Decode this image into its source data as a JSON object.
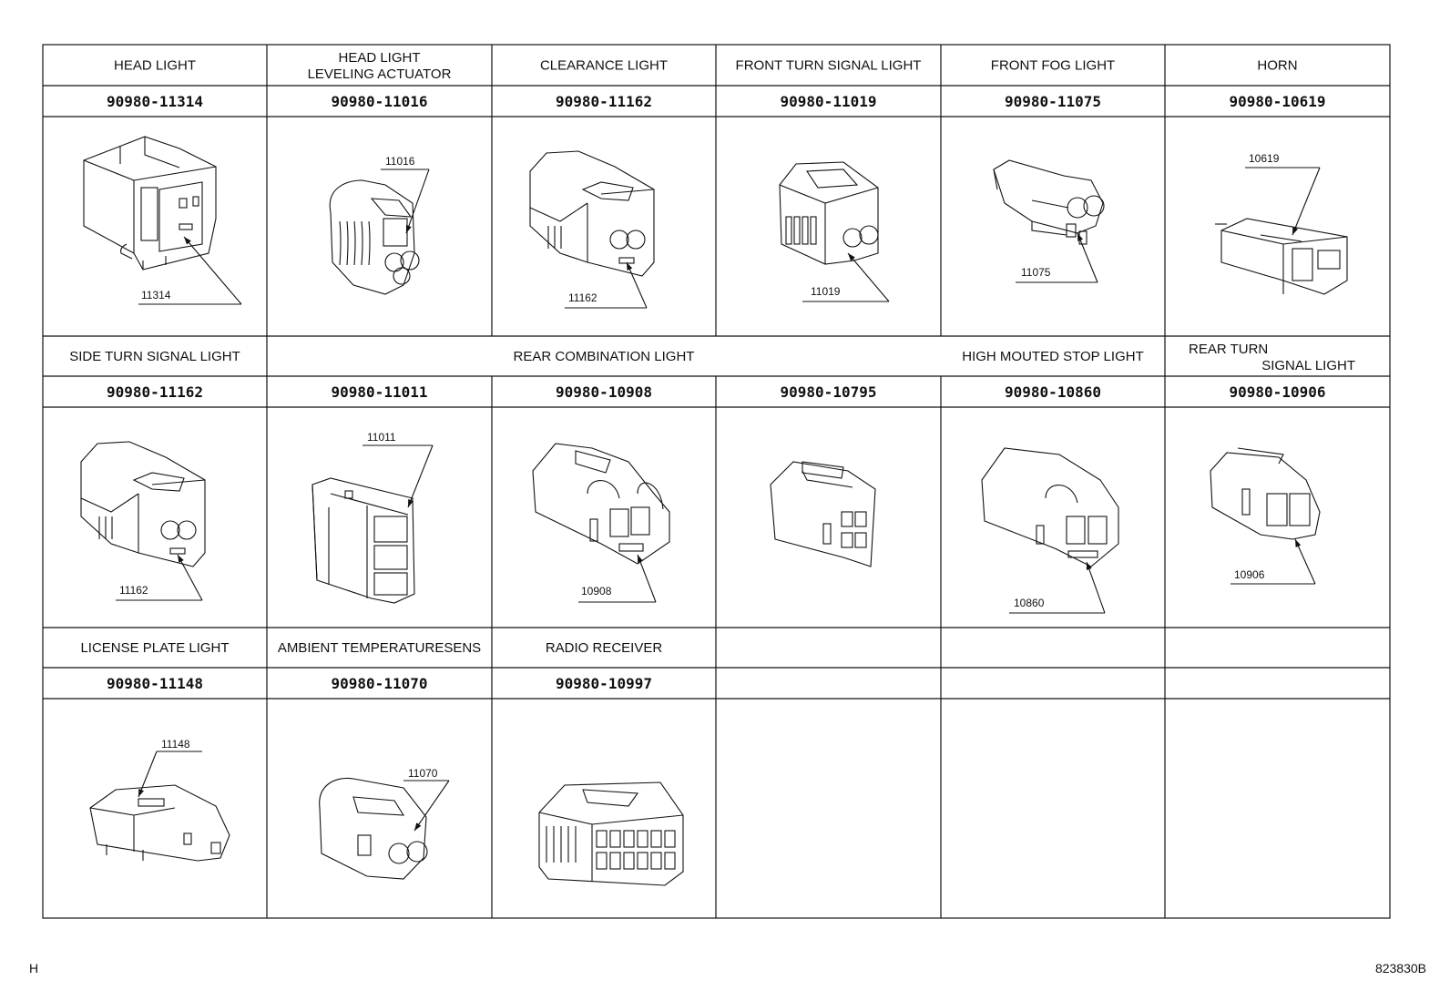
{
  "rows": [
    {
      "cells": [
        {
          "label": [
            "HEAD LIGHT"
          ],
          "part": "90980-11314",
          "callout": "11314",
          "connector": "head-light-connector"
        },
        {
          "label": [
            "HEAD LIGHT",
            "LEVELING ACTUATOR"
          ],
          "part": "90980-11016",
          "callout": "11016",
          "connector": "leveling-actuator-connector"
        },
        {
          "label": [
            "CLEARANCE LIGHT"
          ],
          "part": "90980-11162",
          "callout": "11162",
          "connector": "clearance-light-connector"
        },
        {
          "label": [
            "FRONT TURN SIGNAL LIGHT"
          ],
          "part": "90980-11019",
          "callout": "11019",
          "connector": "front-turn-connector"
        },
        {
          "label": [
            "FRONT FOG LIGHT"
          ],
          "part": "90980-11075",
          "callout": "11075",
          "connector": "front-fog-connector"
        },
        {
          "label": [
            "HORN"
          ],
          "part": "90980-10619",
          "callout": "10619",
          "connector": "horn-connector"
        }
      ]
    },
    {
      "cells": [
        {
          "label": [
            "SIDE TURN SIGNAL LIGHT"
          ],
          "part": "90980-11162",
          "callout": "11162",
          "connector": "side-turn-connector"
        },
        {
          "label": [],
          "part": "90980-11011",
          "callout": "11011",
          "connector": "rear-combo-connector-a"
        },
        {
          "label": [],
          "part": "90980-10908",
          "callout": "10908",
          "connector": "rear-combo-connector-b"
        },
        {
          "label": [],
          "part": "90980-10795",
          "callout": "",
          "connector": "rear-combo-connector-c"
        },
        {
          "label": [
            "HIGH MOUTED STOP LIGHT"
          ],
          "part": "90980-10860",
          "callout": "10860",
          "connector": "high-mount-stop-connector"
        },
        {
          "label": [
            "REAR TURN",
            "SIGNAL LIGHT"
          ],
          "part": "90980-10906",
          "callout": "10906",
          "connector": "rear-turn-connector"
        }
      ],
      "merged_label": "REAR COMBINATION LIGHT"
    },
    {
      "cells": [
        {
          "label": [
            "LICENSE PLATE LIGHT"
          ],
          "part": "90980-11148",
          "callout": "11148",
          "connector": "license-plate-connector"
        },
        {
          "label": [
            "AMBIENT TEMPERATURESENS"
          ],
          "part": "90980-11070",
          "callout": "11070",
          "connector": "ambient-temp-connector"
        },
        {
          "label": [
            "RADIO RECEIVER"
          ],
          "part": "90980-10997",
          "callout": "",
          "connector": "radio-receiver-connector"
        },
        {
          "label": [],
          "part": "",
          "callout": "",
          "connector": ""
        },
        {
          "label": [],
          "part": "",
          "callout": "",
          "connector": ""
        },
        {
          "label": [],
          "part": "",
          "callout": "",
          "connector": ""
        }
      ]
    }
  ],
  "footer": {
    "left_code": "H",
    "drawing_number": "823830B"
  }
}
